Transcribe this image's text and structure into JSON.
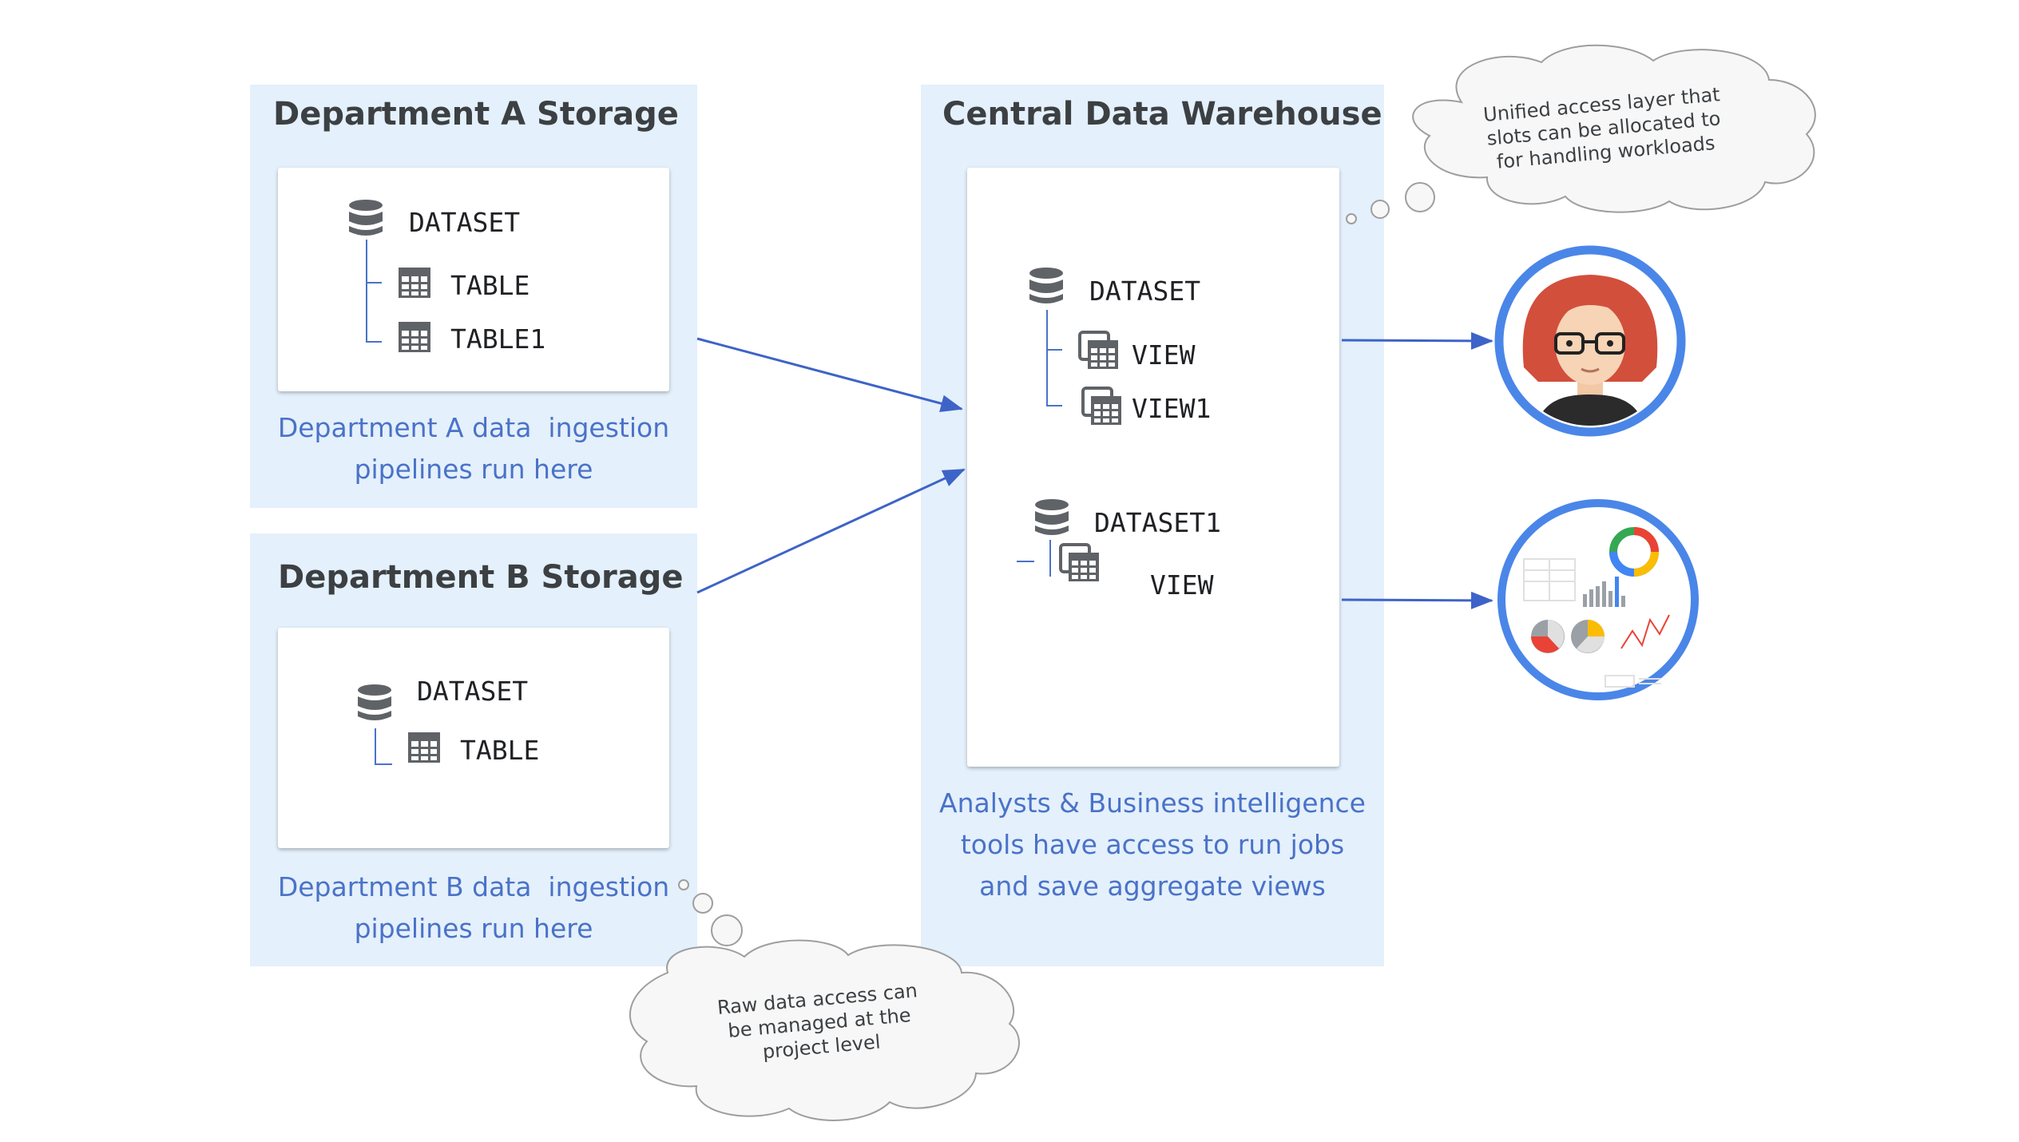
{
  "dept_a": {
    "title": "Department A Storage",
    "dataset": "DATASET",
    "tables": [
      "TABLE",
      "TABLE1"
    ],
    "caption_line1": "Department A data  ingestion",
    "caption_line2": "pipelines run here"
  },
  "dept_b": {
    "title": "Department B Storage",
    "dataset": "DATASET",
    "tables": [
      "TABLE"
    ],
    "caption_line1": "Department B data  ingestion",
    "caption_line2": "pipelines run here"
  },
  "warehouse": {
    "title": "Central Data Warehouse",
    "dataset": "DATASET",
    "views": [
      "VIEW",
      "VIEW1"
    ],
    "dataset1": "DATASET1",
    "dataset1_views": [
      "VIEW"
    ],
    "caption_line1": "Analysts & Business intelligence",
    "caption_line2": "tools have access to run jobs",
    "caption_line3": "and save aggregate views"
  },
  "thought_top": {
    "line1": "Unified access layer that",
    "line2": "slots can be allocated to",
    "line3": "for handling workloads"
  },
  "thought_bottom": {
    "line1": "Raw data access can",
    "line2": "be managed at the",
    "line3": "project level"
  },
  "icons": {
    "dataset": "database-icon",
    "table": "table-grid-icon",
    "view": "view-icon",
    "analyst": "analyst-avatar-icon",
    "bi": "bi-dashboard-icon"
  },
  "colors": {
    "panel": "#e4f0fb",
    "accent_blue": "#4a72c8",
    "circle_blue": "#4a86e8",
    "icon_gray": "#5f6368"
  }
}
